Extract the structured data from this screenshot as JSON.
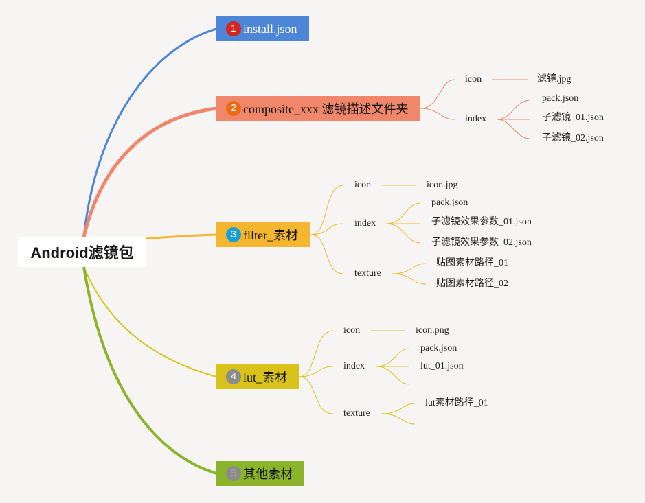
{
  "root": {
    "label": "Android滤镜包"
  },
  "colors": {
    "blue": "#4d86d6",
    "salmon": "#f0876a",
    "orange": "#f4b62e",
    "yellow": "#d9c21a",
    "olive": "#8ab52b",
    "badge_red": "#d6241e",
    "badge_orange": "#ec6a13",
    "badge_cyan": "#179fd8",
    "badge_gray": "#8c8c8c"
  },
  "branches": [
    {
      "badge": "1",
      "label": "install.json"
    },
    {
      "badge": "2",
      "label": "composite_xxx 滤镜描述文件夹",
      "children": {
        "icon": "icon",
        "icon_file": "滤镜.jpg",
        "index": "index",
        "index_files": [
          "pack.json",
          "子滤镜_01.json",
          "子滤镜_02.json"
        ]
      }
    },
    {
      "badge": "3",
      "label": "filter_素材",
      "children": {
        "icon": "icon",
        "icon_file": "icon.jpg",
        "index": "index",
        "index_files": [
          "pack.json",
          "子滤镜效果参数_01.json",
          "子滤镜效果参数_02.json"
        ],
        "texture": "texture",
        "texture_files": [
          "贴图素材路径_01",
          "贴图素材路径_02"
        ]
      }
    },
    {
      "badge": "4",
      "label": "lut_素材",
      "children": {
        "icon": "icon",
        "icon_file": "icon.png",
        "index": "index",
        "index_files": [
          "pack.json",
          "lut_01.json"
        ],
        "texture": "texture",
        "texture_files": [
          "lut素材路径_01"
        ]
      }
    },
    {
      "badge": "5",
      "label": "其他素材"
    }
  ]
}
